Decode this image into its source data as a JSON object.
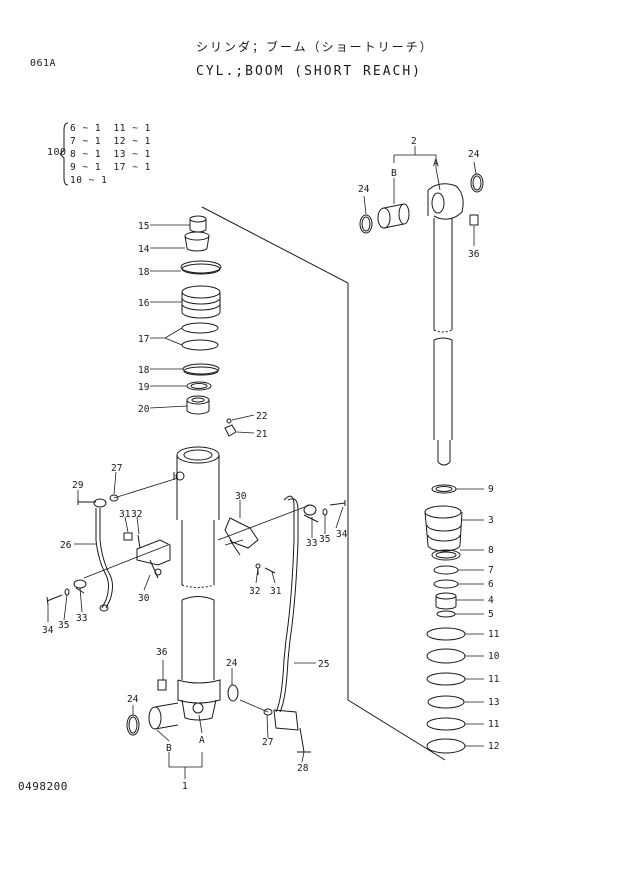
{
  "header": {
    "page_id": "061A",
    "title_jp": "シリンダ；ブーム（ショートリーチ）",
    "title_en": "CYL.;BOOM (SHORT REACH)"
  },
  "footer": {
    "doc_number": "0498200"
  },
  "group_note": {
    "prefix": "100",
    "lines": [
      "6 ~ 1  11 ~ 1",
      "7 ~ 1  12 ~ 1",
      "8 ~ 1  13 ~ 1",
      "9 ~ 1  17 ~ 1",
      "10 ~ 1"
    ]
  },
  "callouts": {
    "c1": "1",
    "c2": "2",
    "c3": "3",
    "c4": "4",
    "c5": "5",
    "c6": "6",
    "c7": "7",
    "c8": "8",
    "c9": "9",
    "c10": "10",
    "c11a": "11",
    "c11b": "11",
    "c11c": "11",
    "c12": "12",
    "c13": "13",
    "c14": "14",
    "c15": "15",
    "c16": "16",
    "c17": "17",
    "c18a": "18",
    "c18b": "18",
    "c19": "19",
    "c20": "20",
    "c21": "21",
    "c22": "22",
    "c24a": "24",
    "c24b": "24",
    "c24c": "24",
    "c24d": "24",
    "c25": "25",
    "c26": "26",
    "c27a": "27",
    "c27b": "27",
    "c28": "28",
    "c29": "29",
    "c30a": "30",
    "c30b": "30",
    "c31a": "31",
    "c31b": "31",
    "c32a": "32",
    "c32b": "32",
    "c33a": "33",
    "c33b": "33",
    "c34a": "34",
    "c34b": "34",
    "c35a": "35",
    "c35b": "35",
    "c36a": "36",
    "c36b": "36",
    "ref_a1": "A",
    "ref_b1": "B",
    "ref_a2": "A",
    "ref_b2": "B"
  }
}
